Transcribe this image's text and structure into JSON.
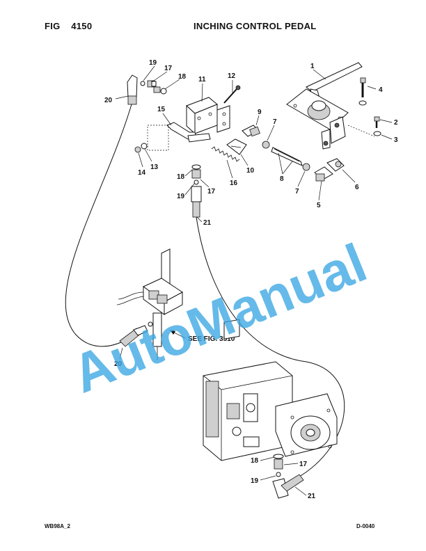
{
  "header": {
    "fig_label": "FIG",
    "fig_number": "4150",
    "title": "INCHING CONTROL PEDAL"
  },
  "footer": {
    "left_code": "WB98A_2",
    "right_code": "D-0040"
  },
  "reference_note": "SEE FIG. 3510",
  "watermark": "AutoManual",
  "colors": {
    "watermark": "#3aa7e3",
    "ink": "#111111",
    "background": "#ffffff"
  },
  "callouts": {
    "c1": "1",
    "c2": "2",
    "c3": "3",
    "c4": "4",
    "c5": "5",
    "c6": "6",
    "c7a": "7",
    "c7b": "7",
    "c8": "8",
    "c9": "9",
    "c10": "10",
    "c11": "11",
    "c12": "12",
    "c13": "13",
    "c14": "14",
    "c15": "15",
    "c16": "16",
    "c17a": "17",
    "c17b": "17",
    "c17c": "17",
    "c18a": "18",
    "c18b": "18",
    "c18c": "18",
    "c19a": "19",
    "c19b": "19",
    "c19c": "19",
    "c20a": "20",
    "c20b": "20",
    "c21a": "21",
    "c21b": "21"
  }
}
